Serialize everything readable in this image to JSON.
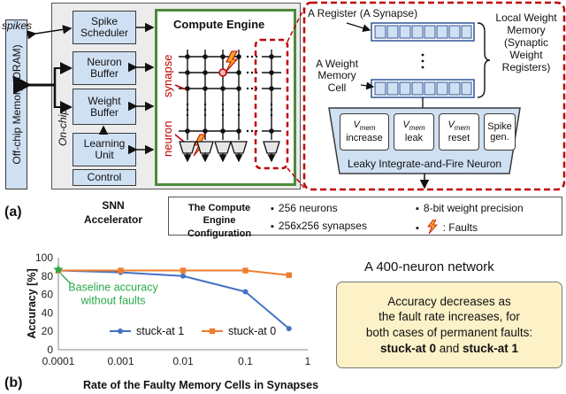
{
  "panel_a": {
    "label": "(a)",
    "spikes": "spikes",
    "offchip_memory": "Off-chip Memory (DRAM)",
    "on_chip": "On-chip",
    "spike_scheduler": "Spike Scheduler",
    "neuron_buffer": "Neuron Buffer",
    "weight_buffer": "Weight Buffer",
    "learning_unit": "Learning Unit",
    "control": "Control",
    "compute_engine": "Compute Engine",
    "synapse_label": "synapse",
    "neuron_label": "neuron",
    "accelerator": "SNN Accelerator",
    "a_register": "A Register (A Synapse)",
    "a_weight_cell": "A Weight Memory Cell",
    "local_weight_memory": "Local Weight Memory (Synaptic Weight Registers)",
    "vmem_increase": "increase",
    "vmem_leak": "leak",
    "vmem_reset": "reset",
    "vmem_symbol": "V",
    "vmem_sub": "mem",
    "spike_gen": "Spike gen.",
    "lif_neuron": "Leaky Integrate-and-Fire Neuron",
    "config_title": "The Compute Engine Configuration",
    "config_neurons": "256 neurons",
    "config_synapses": "256x256 synapses",
    "config_precision": "8-bit weight precision",
    "config_faults": ": Faults"
  },
  "panel_b": {
    "label": "(b)",
    "network": "A 400-neuron network",
    "baseline_note": "Baseline accuracy without faults",
    "summary_line1": "Accuracy decreases as",
    "summary_line2": "the fault rate increases, for",
    "summary_line3": "both cases of permanent faults:",
    "summary_sa0": "stuck-at 0",
    "summary_and": " and ",
    "summary_sa1": "stuck-at 1"
  },
  "colors": {
    "buffer_fill": "#cfe0f3",
    "compute_border": "#4e8a3b",
    "fault_red": "#c00000",
    "summary_fill": "#fdf1c8",
    "stuck_at_1": "#4472c4",
    "stuck_at_0": "#ed7d31",
    "baseline": "#2aa84a"
  },
  "chart_data": {
    "type": "line",
    "xscale": "log",
    "x": [
      0.0001,
      0.001,
      0.01,
      0.1,
      0.5
    ],
    "xticks": [
      "0.0001",
      "0.001",
      "0.01",
      "0.1",
      "1"
    ],
    "xtick_values": [
      0.0001,
      0.001,
      0.01,
      0.1,
      1
    ],
    "yticks": [
      "0",
      "20",
      "40",
      "60",
      "80",
      "100"
    ],
    "ylim": [
      0,
      100
    ],
    "xlabel": "Rate of the Faulty Memory Cells in Synapses",
    "ylabel": "Accuracy [%]",
    "series": [
      {
        "name": "stuck-at 1",
        "values": [
          86,
          84,
          80,
          63,
          23
        ]
      },
      {
        "name": "stuck-at 0",
        "values": [
          86,
          86,
          86,
          86,
          81
        ]
      }
    ],
    "baseline": {
      "x": 0.0001,
      "y": 87
    },
    "legend_position": "bottom-right"
  }
}
